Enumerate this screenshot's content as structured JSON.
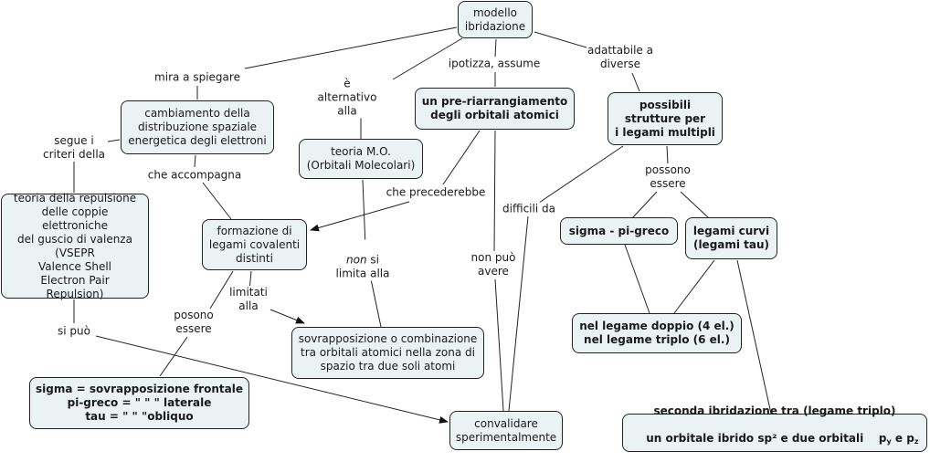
{
  "diagram": {
    "title": "modello ibridazione",
    "colors": {
      "node_fill": "#ebf2f4",
      "node_border": "#222222",
      "link": "#222222",
      "background": "#ffffff"
    },
    "nodes": {
      "root": "modello\nibridazione",
      "cambiamento": "cambiamento della\ndistribuzione spaziale\nenergetica degli elettroni",
      "teoria_mo": "teoria M.O.\n(Orbitali Molecolari)",
      "pre_riarrangiamento": "un pre-riarrangiamento\ndegli orbitali atomici",
      "possibili_strutture": "possibili\nstrutture per\ni legami multipli",
      "vsepr": "teoria della repulsione\ndelle coppie elettroniche\ndel guscio di valenza\n(VSEPR\nValence Shell\nElectron Pair\nRepulsion)",
      "formazione": "formazione di\nlegami covalenti\ndistinti",
      "sigma_pi": "sigma - pi-greco",
      "legami_curvi": "legami curvi\n(legami tau)",
      "doppio_triplo": "nel legame doppio (4 el.)\nnel legame triplo (6 el.)",
      "sovrapposizione": "sovrapposizione o combinazione\ntra orbitali atomici nella zona di\nspazio tra due soli atomi",
      "sigma_def": "sigma = sovrapposizione frontale\npi-greco = \"   \"   \" laterale\ntau = \"  \"  \"obliquo",
      "convalidare": "convalidare\nsperimentalmente",
      "seconda_line1": "seconda ibridazione tra (legame triplo)",
      "seconda_line2": "un orbitale ibrido sp² e due orbitali",
      "seconda_p": "p",
      "seconda_y": "y",
      "seconda_e": "e",
      "seconda_z": "z"
    },
    "link_labels": {
      "mira": "mira a spiegare",
      "alternativo": "è\nalternativo\nalla",
      "ipotizza": "ipotizza, assume",
      "adattabile": "adattabile a\ndiverse",
      "segue": "segue i\ncriteri della",
      "accompagna": "che accompagna",
      "precederebbe": "che precederebbe",
      "difficili": "difficili da",
      "possono": "possono\nessere",
      "non_word": "non",
      "non_rest": " si\nlimita alla",
      "non_puo": "non può\navere",
      "limitati": "limitati\nalla",
      "posono": "posono\nessere",
      "si_puo": "si può"
    }
  }
}
